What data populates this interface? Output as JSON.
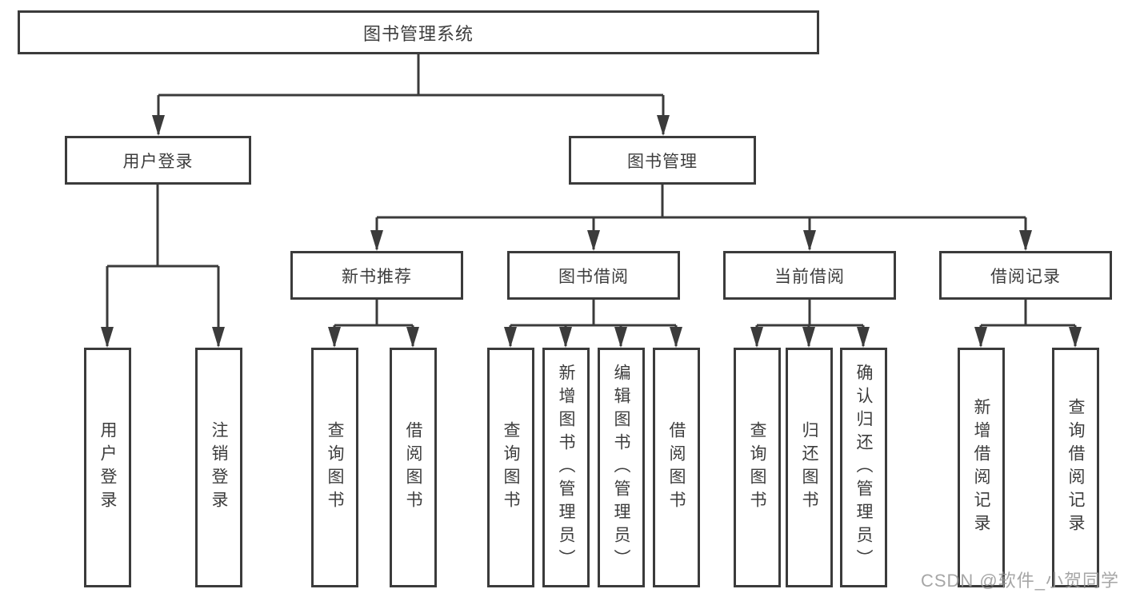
{
  "diagram": {
    "root": {
      "label": "图书管理系统"
    },
    "level1": [
      {
        "label": "用户登录"
      },
      {
        "label": "图书管理"
      }
    ],
    "level2": [
      {
        "label": "新书推荐"
      },
      {
        "label": "图书借阅"
      },
      {
        "label": "当前借阅"
      },
      {
        "label": "借阅记录"
      }
    ],
    "leaves": {
      "login": [
        {
          "label": "用户登录"
        },
        {
          "label": "注销登录"
        }
      ],
      "recommend": [
        {
          "label": "查询图书"
        },
        {
          "label": "借阅图书"
        }
      ],
      "borrow": [
        {
          "label": "查询图书"
        },
        {
          "label": "新增图书（管理员）"
        },
        {
          "label": "编辑图书（管理员）"
        },
        {
          "label": "借阅图书"
        }
      ],
      "current": [
        {
          "label": "查询图书"
        },
        {
          "label": "归还图书"
        },
        {
          "label": "确认归还（管理员）"
        }
      ],
      "records": [
        {
          "label": "新增借阅记录"
        },
        {
          "label": "查询借阅记录"
        }
      ]
    },
    "colors": {
      "line": "#3b3b3b",
      "box_border": "#3b3b3b",
      "text": "#3d3d3d",
      "watermark": "#969696",
      "background": "#ffffff"
    },
    "watermark": "CSDN @软件_小贺同学"
  }
}
